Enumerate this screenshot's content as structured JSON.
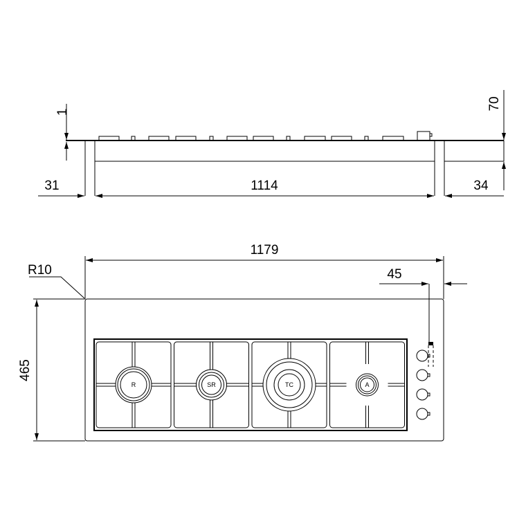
{
  "side_view": {
    "dim_top": "1",
    "dim_height": "70",
    "dim_left": "31",
    "dim_width": "1114",
    "dim_right": "34"
  },
  "top_view": {
    "dim_total_width": "1179",
    "dim_radius": "R10",
    "dim_depth": "465",
    "dim_knob_offset": "45"
  },
  "burners": [
    {
      "label": "R",
      "type": "rapid"
    },
    {
      "label": "SR",
      "type": "semi-rapid"
    },
    {
      "label": "TC",
      "type": "triple-crown"
    },
    {
      "label": "A",
      "type": "auxiliary"
    }
  ],
  "knob_count": 4
}
